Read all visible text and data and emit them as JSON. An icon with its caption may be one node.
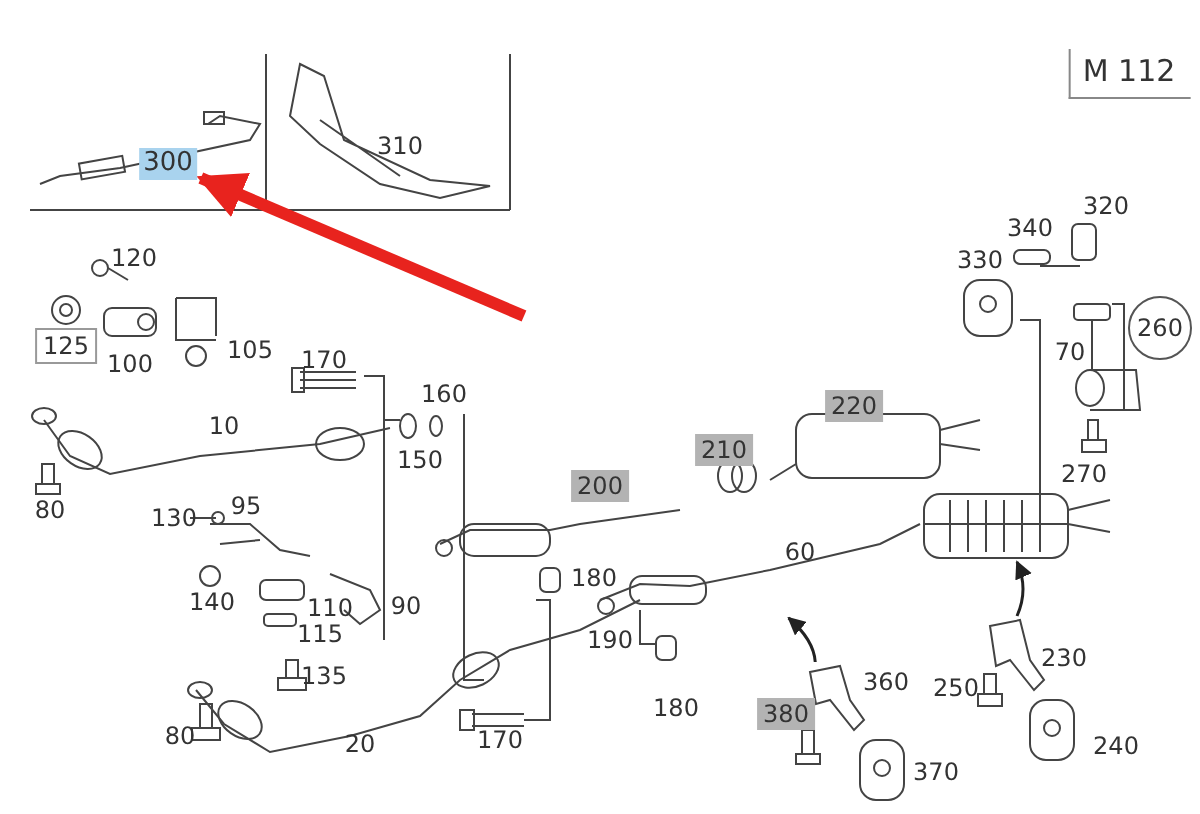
{
  "diagram": {
    "nodes": [
      {
        "text": [
          "M 112"
        ]
      },
      {
        "text": [
          "300"
        ]
      },
      {
        "text": [
          "125"
        ]
      },
      {
        "text": [
          "260"
        ]
      },
      {
        "text": [
          "200"
        ]
      },
      {
        "text": [
          "210"
        ]
      },
      {
        "text": [
          "220"
        ]
      },
      {
        "text": [
          "380"
        ]
      },
      {
        "text": [],
        "shape": "picture"
      },
      {
        "text": [],
        "shape": "picture"
      },
      {
        "text": [],
        "shape": "picture"
      },
      {
        "text": [],
        "shape": "picture"
      }
    ],
    "edges": [
      {
        "from": null,
        "to": 1,
        "arrow": "to",
        "style": "thick",
        "color": "#e8231e"
      },
      {
        "from": 10,
        "to": 8,
        "arrow": "to"
      },
      {
        "from": 11,
        "to": 9,
        "arrow": "to"
      }
    ],
    "labels": [
      "310",
      "320",
      "340",
      "120",
      "330",
      "100",
      "105",
      "170",
      "70",
      "160",
      "10",
      "150",
      "270",
      "80",
      "95",
      "130",
      "60",
      "180",
      "140",
      "110",
      "90",
      "115",
      "190",
      "230",
      "135",
      "360",
      "250",
      "180",
      "80",
      "20",
      "170",
      "240",
      "370"
    ]
  }
}
